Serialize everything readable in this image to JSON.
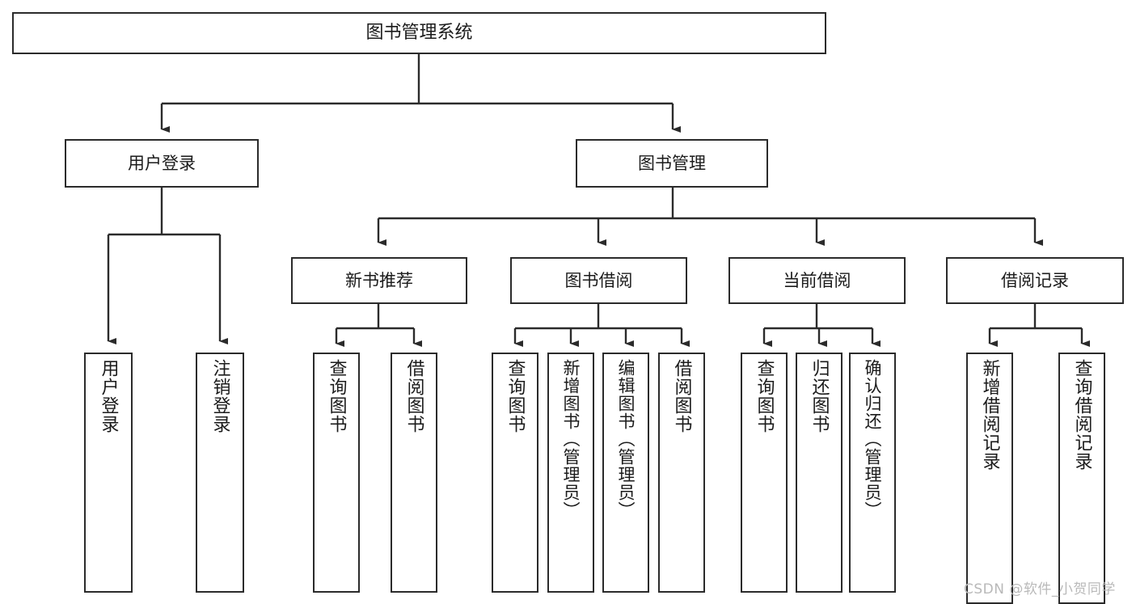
{
  "diagram": {
    "type": "tree-hierarchy",
    "title": "图书管理系统",
    "root": {
      "label": "图书管理系统"
    },
    "level1": [
      {
        "label": "用户登录"
      },
      {
        "label": "图书管理"
      }
    ],
    "level2": [
      {
        "label": "新书推荐",
        "parent": "图书管理"
      },
      {
        "label": "图书借阅",
        "parent": "图书管理"
      },
      {
        "label": "当前借阅",
        "parent": "图书管理"
      },
      {
        "label": "借阅记录",
        "parent": "图书管理"
      }
    ],
    "leaves": {
      "user_login": [
        {
          "label": "用户登录"
        },
        {
          "label": "注销登录"
        }
      ],
      "new_book_recommend": [
        {
          "label": "查询图书"
        },
        {
          "label": "借阅图书"
        }
      ],
      "book_borrow": [
        {
          "label": "查询图书"
        },
        {
          "label": "新增图书（管理员）"
        },
        {
          "label": "编辑图书（管理员）"
        },
        {
          "label": "借阅图书"
        }
      ],
      "current_borrow": [
        {
          "label": "查询图书"
        },
        {
          "label": "归还图书"
        },
        {
          "label": "确认归还（管理员）"
        }
      ],
      "borrow_record": [
        {
          "label": "新增借阅记录"
        },
        {
          "label": "查询借阅记录"
        }
      ]
    }
  },
  "watermark": {
    "text": "CSDN @软件_小贺同学"
  },
  "colors": {
    "border": "#2b2b2b",
    "background": "#ffffff",
    "text": "#1b1b1b",
    "watermark": "#b9b9b9"
  }
}
